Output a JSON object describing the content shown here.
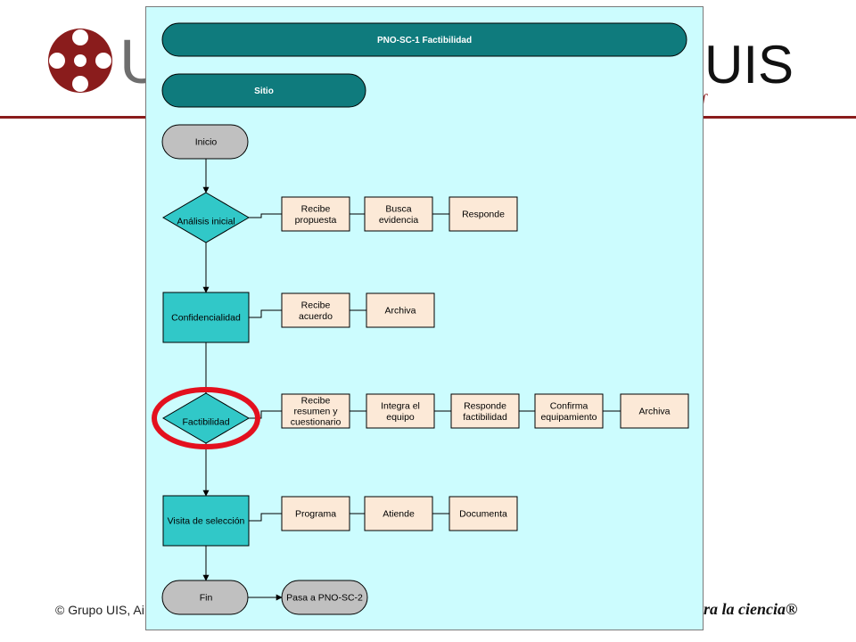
{
  "branding": {
    "logo_left": "U",
    "logo_right": "UIS",
    "logo_swash": "ʃ",
    "footer_left": "© Grupo UIS, Ai",
    "footer_right": "ara la ciencia®"
  },
  "colors": {
    "panel_bg": "#ccfcfe",
    "header_fill": "#0f7b7d",
    "shape_fill": "#31c8c8",
    "task_fill": "#fce9d7",
    "terminal_fill": "#c0c0c0",
    "highlight": "#e3101e",
    "brand": "#8a1c1c"
  },
  "diagram": {
    "title": "PNO-SC-1 Factibilidad",
    "lane": "Sitio",
    "start": "Inicio",
    "end": "Fin",
    "end_link": "Pasa a PNO-SC-2",
    "stages": [
      {
        "label": "Análisis inicial",
        "shape": "diamond",
        "tasks": [
          [
            "Recibe",
            "propuesta"
          ],
          [
            "Busca",
            "evidencia"
          ],
          [
            "Responde"
          ]
        ]
      },
      {
        "label": "Confidencialidad",
        "shape": "box",
        "tasks": [
          [
            "Recibe",
            "acuerdo"
          ],
          [
            "Archiva"
          ]
        ]
      },
      {
        "label": "Factibilidad",
        "shape": "diamond",
        "highlighted": true,
        "tasks": [
          [
            "Recibe",
            "resumen y",
            "cuestionario"
          ],
          [
            "Integra el",
            "equipo"
          ],
          [
            "Responde",
            "factibilidad"
          ],
          [
            "Confirma",
            "equipamiento"
          ],
          [
            "Archiva"
          ]
        ]
      },
      {
        "label": "Visita de selección",
        "shape": "box",
        "tasks": [
          [
            "Programa"
          ],
          [
            "Atiende"
          ],
          [
            "Documenta"
          ]
        ]
      }
    ]
  }
}
